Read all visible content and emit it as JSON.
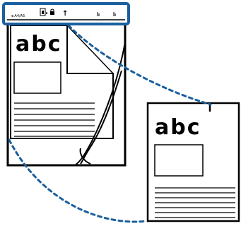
{
  "carrier_sheet": {
    "header_small_text": "◄ A4/A5",
    "edge_marks": [
      "A5",
      "A4"
    ],
    "arrow_glyph": "↑"
  },
  "document": {
    "heading_text": "abc",
    "text_line_count": 7
  },
  "enlarged_document": {
    "heading_text": "abc",
    "text_line_count": 7
  },
  "colors": {
    "highlight": "#1a5f9e",
    "lines": "#000000",
    "background": "#ffffff"
  },
  "icons": [
    "document-icon",
    "dropdown-icon",
    "lock-icon",
    "up-arrow-icon"
  ]
}
